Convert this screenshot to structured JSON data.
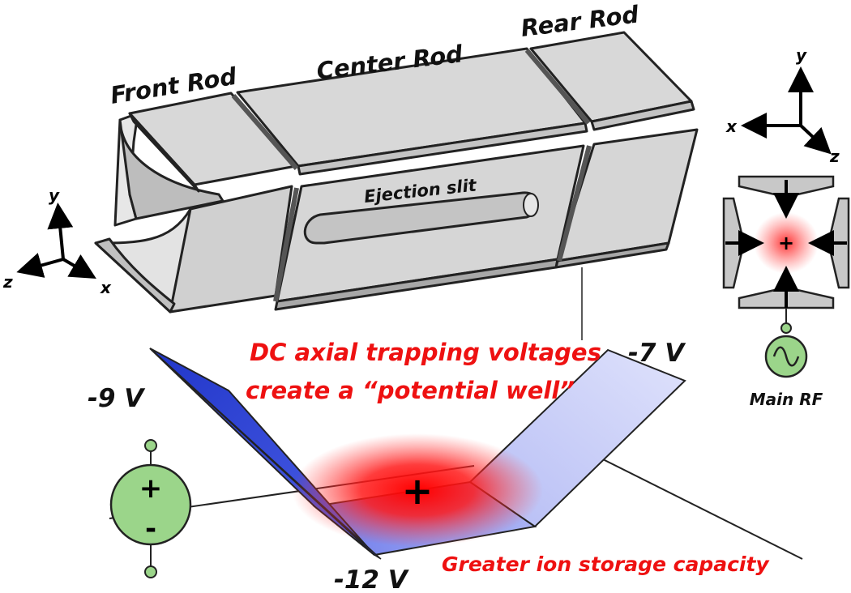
{
  "rod_labels": {
    "front": "Front Rod",
    "center": "Center Rod",
    "rear": "Rear Rod"
  },
  "ejection_slit_label": "Ejection slit",
  "axes_left": {
    "y": "y",
    "z": "z",
    "x": "x"
  },
  "axes_right": {
    "y": "y",
    "x": "x",
    "z": "z"
  },
  "cross_section": {
    "ion_symbol": "+"
  },
  "rf_source": {
    "label": "Main RF"
  },
  "dc_source": {
    "plus": "+",
    "minus": "-"
  },
  "potential_well": {
    "voltage_front": "-9 V",
    "voltage_center": "-12 V",
    "voltage_rear": "-7 V",
    "ion_symbol": "+",
    "caption_line1": "DC axial trapping voltages",
    "caption_line2": "create a “potential well”",
    "capacity_caption": "Greater ion storage capacity"
  },
  "colors": {
    "rod_fill": "#d6d6d6",
    "rod_face": "#e9e9e9",
    "rod_dark": "#8f8f8f",
    "caption_red": "#ee1111",
    "well_front": "#2b3fd6",
    "well_floor": "#7f8cf0",
    "well_rear": "#c6ccf8",
    "source_green": "#9bd58a",
    "ion_glow": "#ff1a1a"
  }
}
